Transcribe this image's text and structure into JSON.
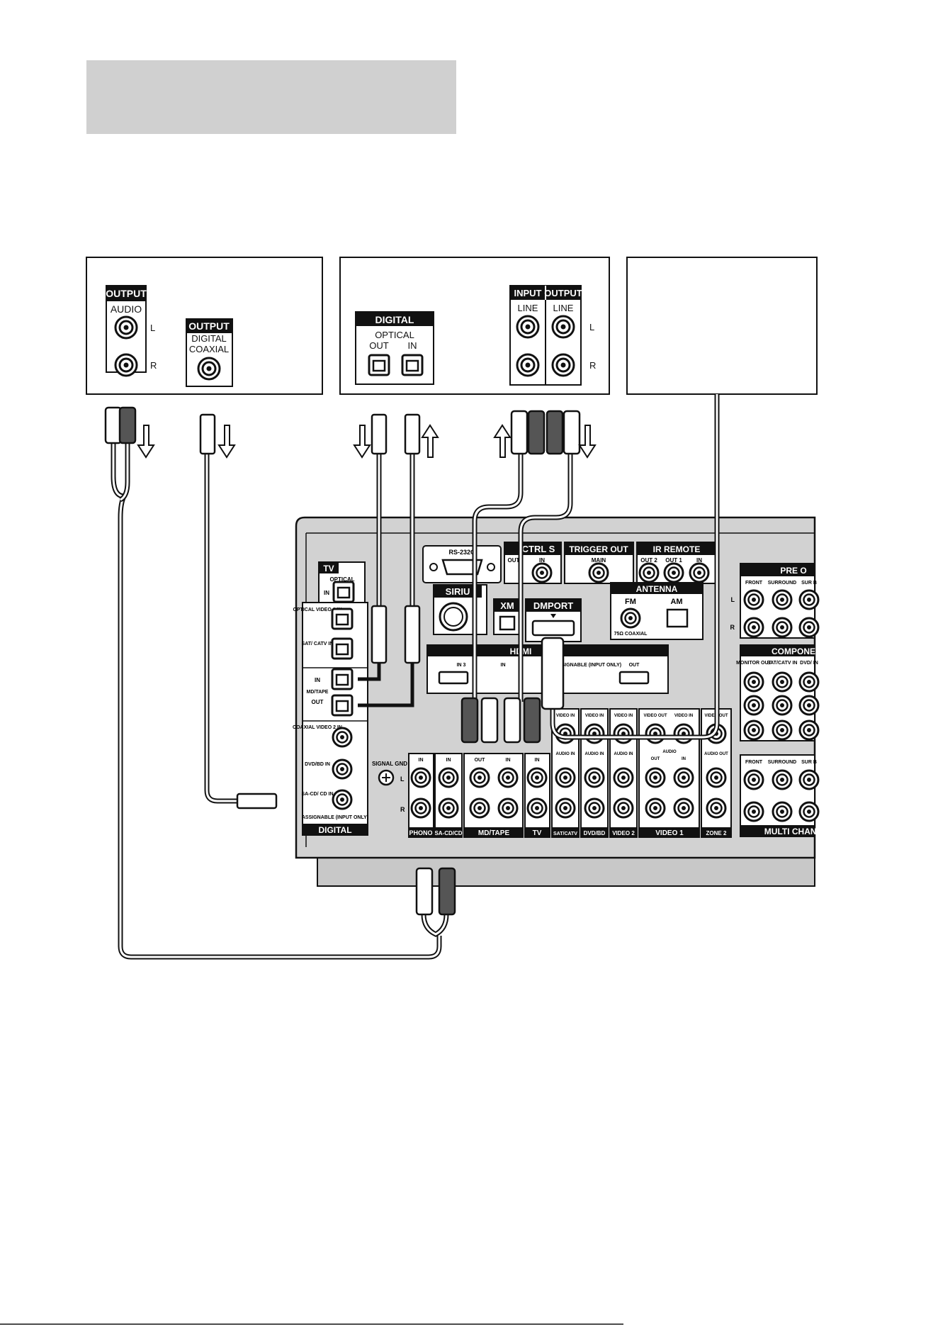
{
  "cd_player": {
    "output_tab": "OUTPUT",
    "audio": "AUDIO",
    "L": "L",
    "R": "R",
    "digital_output_tab": "OUTPUT",
    "digital_line1": "DIGITAL",
    "digital_line2": "COAXIAL"
  },
  "md_deck": {
    "digital_tab": "DIGITAL",
    "optical": "OPTICAL",
    "opt_out": "OUT",
    "opt_in": "IN",
    "input_tab": "INPUT",
    "output_tab": "OUTPUT",
    "line1": "LINE",
    "line2": "LINE",
    "L": "L",
    "R": "R"
  },
  "receiver": {
    "rs232c": "RS-232C",
    "ctrl_s": "CTRL S",
    "ctrl_out": "OUT",
    "ctrl_in": "IN",
    "trigger_out": "TRIGGER OUT",
    "main": "MAIN",
    "ir_remote": "IR REMOTE",
    "ir_out2": "OUT 2",
    "ir_out1": "OUT 1",
    "ir_in": "IN",
    "pre_out": "PRE O",
    "front": "FRONT",
    "surround": "SURROUND",
    "sur_b": "SUR B",
    "tv_tab": "TV",
    "optical": "OPTICAL",
    "tv_in": "IN",
    "sirius": "SIRIU",
    "xm": "XM",
    "dmport": "DMPORT",
    "antenna": "ANTENNA",
    "fm": "FM",
    "am": "AM",
    "coaxial_75": "75Ω COAXIAL",
    "optical_video1": "OPTICAL VIDEO 1 IN",
    "sat_catv": "SAT/ CATV IN",
    "md_in": "IN",
    "md_tape": "MD/TAPE",
    "md_out": "OUT",
    "coaxial_video2": "COAXIAL VIDEO 2 IN",
    "dvd_bd_in": "DVD/BD IN",
    "sacd_in": "SA-CD/ CD IN",
    "assignable": "ASSIGNABLE (INPUT ONLY)",
    "digital": "DIGITAL",
    "hdmi": "HDMI",
    "hdmi_in3": "IN 3",
    "hdmi_in": "IN",
    "hdmi_assignable": "ASSIGNABLE (INPUT ONLY)",
    "hdmi_out": "OUT",
    "component": "COMPONE",
    "monitor_out": "MONITOR OUT",
    "comp_sat_catv": "SAT/CATV IN",
    "comp_dvd": "DVD/ IN",
    "signal_gnd": "SIGNAL GND",
    "L": "L",
    "R": "R",
    "in": "IN",
    "out": "OUT",
    "phono": "PHONO",
    "sacd": "SA-CD/CD",
    "mdtape": "MD/TAPE",
    "tv": "TV",
    "sat_catv_lbl": "SAT/CATV",
    "dvd_bd": "DVD/BD",
    "video2": "VIDEO 2",
    "video1": "VIDEO 1",
    "zone2": "ZONE 2",
    "multi_channel": "MULTI CHANN",
    "video_in": "VIDEO IN",
    "video_out": "VIDEO OUT",
    "audio_in": "AUDIO IN",
    "audio": "AUDIO",
    "audio_out": "AUDIO OUT"
  },
  "colors": {
    "panel": "#d2d2d2",
    "header_box": "#d0d0d0",
    "black": "#111111",
    "white": "#ffffff"
  }
}
